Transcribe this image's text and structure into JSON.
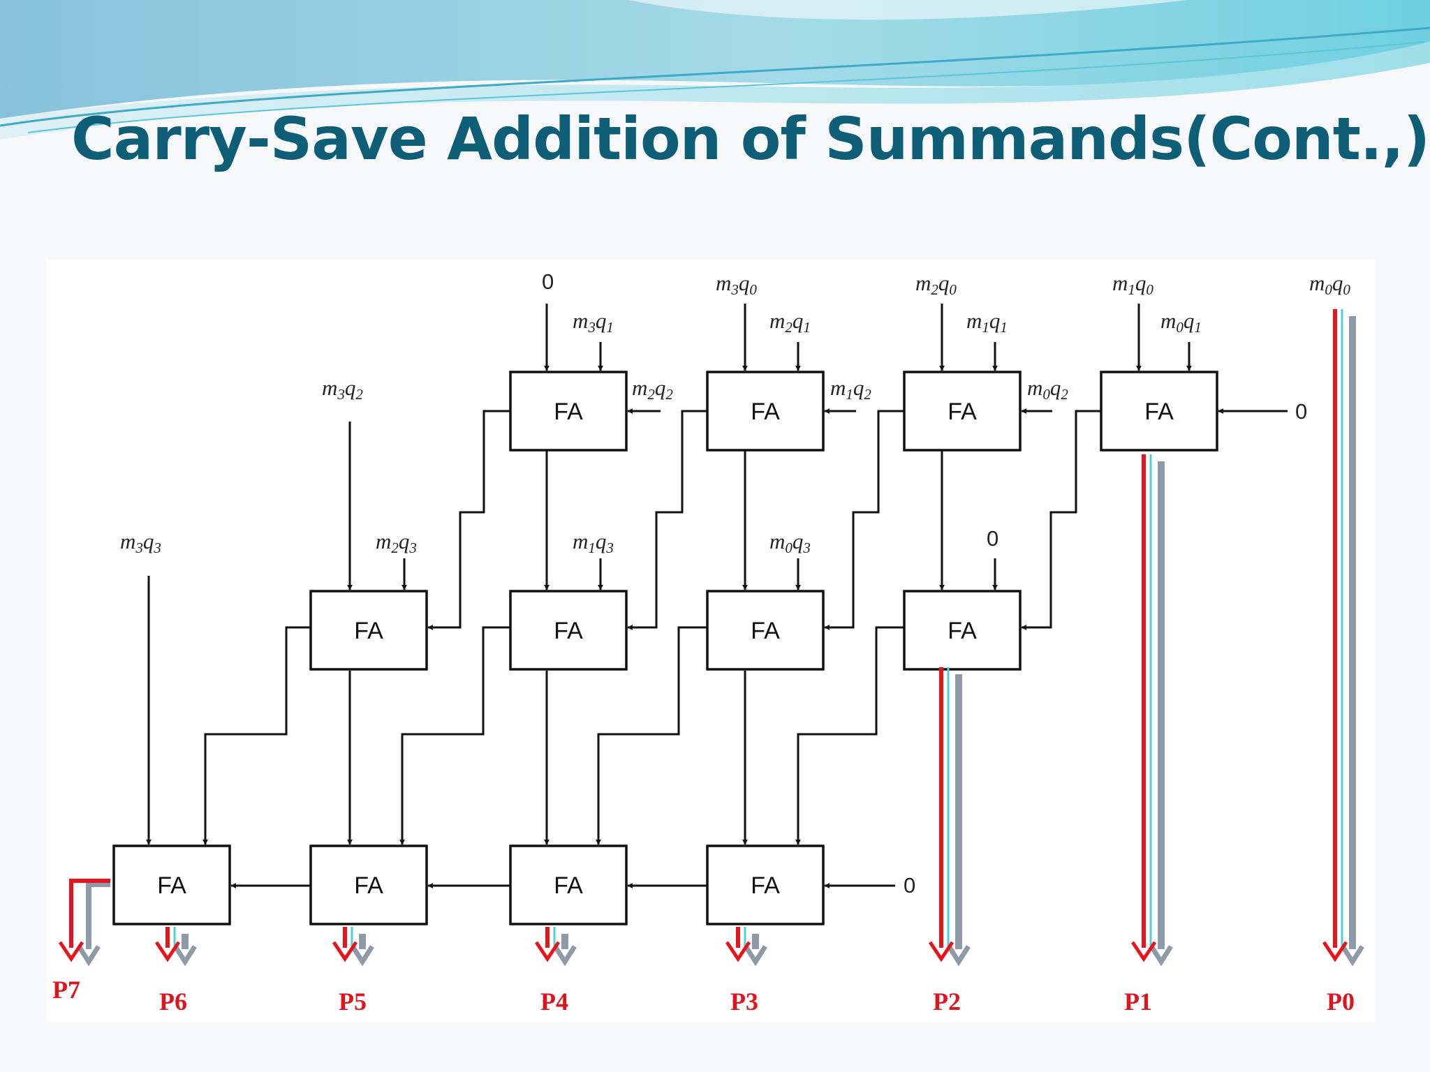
{
  "slide": {
    "title": "Carry-Save Addition of Summands(Cont.,)"
  },
  "diagram": {
    "block_label": "FA",
    "zero_input": "0",
    "inputs": [
      {
        "id": "in-0-top",
        "parts": [
          {
            "t": "0",
            "sub": false
          }
        ]
      },
      {
        "id": "m3q0",
        "parts": [
          {
            "t": "m",
            "sub": false
          },
          {
            "t": "3",
            "sub": true
          },
          {
            "t": "q",
            "sub": false
          },
          {
            "t": "0",
            "sub": true
          }
        ]
      },
      {
        "id": "m2q0",
        "parts": [
          {
            "t": "m",
            "sub": false
          },
          {
            "t": "2",
            "sub": true
          },
          {
            "t": "q",
            "sub": false
          },
          {
            "t": "0",
            "sub": true
          }
        ]
      },
      {
        "id": "m1q0",
        "parts": [
          {
            "t": "m",
            "sub": false
          },
          {
            "t": "1",
            "sub": true
          },
          {
            "t": "q",
            "sub": false
          },
          {
            "t": "0",
            "sub": true
          }
        ]
      },
      {
        "id": "m0q0",
        "parts": [
          {
            "t": "m",
            "sub": false
          },
          {
            "t": "0",
            "sub": true
          },
          {
            "t": "q",
            "sub": false
          },
          {
            "t": "0",
            "sub": true
          }
        ]
      },
      {
        "id": "m3q1",
        "parts": [
          {
            "t": "m",
            "sub": false
          },
          {
            "t": "3",
            "sub": true
          },
          {
            "t": "q",
            "sub": false
          },
          {
            "t": "1",
            "sub": true
          }
        ]
      },
      {
        "id": "m2q1",
        "parts": [
          {
            "t": "m",
            "sub": false
          },
          {
            "t": "2",
            "sub": true
          },
          {
            "t": "q",
            "sub": false
          },
          {
            "t": "1",
            "sub": true
          }
        ]
      },
      {
        "id": "m1q1",
        "parts": [
          {
            "t": "m",
            "sub": false
          },
          {
            "t": "1",
            "sub": true
          },
          {
            "t": "q",
            "sub": false
          },
          {
            "t": "1",
            "sub": true
          }
        ]
      },
      {
        "id": "m0q1",
        "parts": [
          {
            "t": "m",
            "sub": false
          },
          {
            "t": "0",
            "sub": true
          },
          {
            "t": "q",
            "sub": false
          },
          {
            "t": "1",
            "sub": true
          }
        ]
      },
      {
        "id": "m3q2",
        "parts": [
          {
            "t": "m",
            "sub": false
          },
          {
            "t": "3",
            "sub": true
          },
          {
            "t": "q",
            "sub": false
          },
          {
            "t": "2",
            "sub": true
          }
        ]
      },
      {
        "id": "m2q2",
        "parts": [
          {
            "t": "m",
            "sub": false
          },
          {
            "t": "2",
            "sub": true
          },
          {
            "t": "q",
            "sub": false
          },
          {
            "t": "2",
            "sub": true
          }
        ]
      },
      {
        "id": "m1q2",
        "parts": [
          {
            "t": "m",
            "sub": false
          },
          {
            "t": "1",
            "sub": true
          },
          {
            "t": "q",
            "sub": false
          },
          {
            "t": "2",
            "sub": true
          }
        ]
      },
      {
        "id": "m0q2",
        "parts": [
          {
            "t": "m",
            "sub": false
          },
          {
            "t": "0",
            "sub": true
          },
          {
            "t": "q",
            "sub": false
          },
          {
            "t": "2",
            "sub": true
          }
        ]
      },
      {
        "id": "m3q3",
        "parts": [
          {
            "t": "m",
            "sub": false
          },
          {
            "t": "3",
            "sub": true
          },
          {
            "t": "q",
            "sub": false
          },
          {
            "t": "3",
            "sub": true
          }
        ]
      },
      {
        "id": "m2q3",
        "parts": [
          {
            "t": "m",
            "sub": false
          },
          {
            "t": "2",
            "sub": true
          },
          {
            "t": "q",
            "sub": false
          },
          {
            "t": "3",
            "sub": true
          }
        ]
      },
      {
        "id": "m1q3",
        "parts": [
          {
            "t": "m",
            "sub": false
          },
          {
            "t": "1",
            "sub": true
          },
          {
            "t": "q",
            "sub": false
          },
          {
            "t": "3",
            "sub": true
          }
        ]
      },
      {
        "id": "m0q3",
        "parts": [
          {
            "t": "m",
            "sub": false
          },
          {
            "t": "0",
            "sub": true
          },
          {
            "t": "q",
            "sub": false
          },
          {
            "t": "3",
            "sub": true
          }
        ]
      }
    ],
    "outputs": [
      "P7",
      "P6",
      "P5",
      "P4",
      "P3",
      "P2",
      "P1",
      "P0"
    ],
    "colors": {
      "wire": "#111111",
      "highlight": "#e8141c",
      "shadow": "#8e9aa8",
      "title": "#0f5e78",
      "accent": "#4fd0dc"
    }
  }
}
